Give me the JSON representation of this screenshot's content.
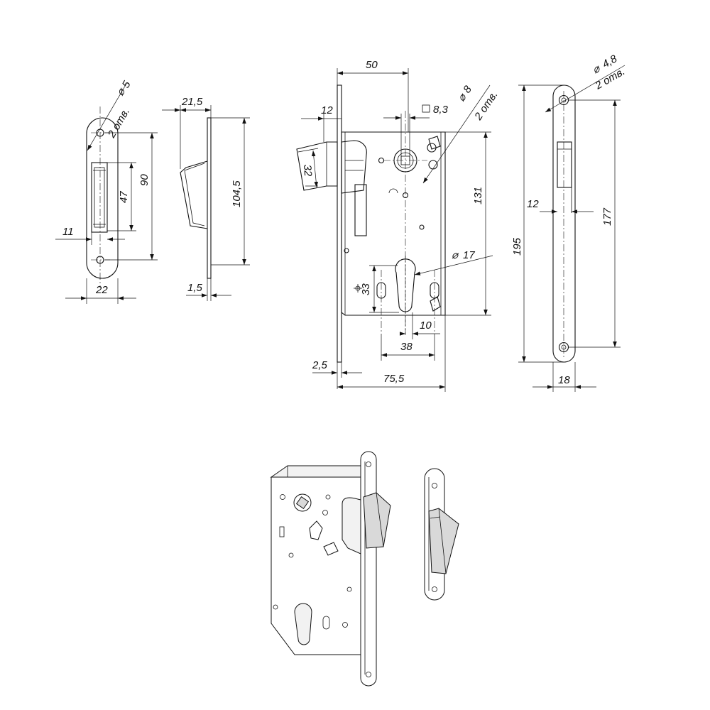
{
  "strike_plate_front": {
    "hole_label": "5",
    "holes_count_label": "2 отв.",
    "height_total": "90",
    "slot_height": "47",
    "offset_left": "11",
    "width": "22"
  },
  "strike_plate_side": {
    "depth": "21,5",
    "height": "104,5",
    "plate_thickness": "1,5"
  },
  "lock_body_side": {
    "backset": "50",
    "latch_offset": "12",
    "square_label": "8,3",
    "hole_label": "8",
    "holes_count_label": "2 отв.",
    "latch_height": "32",
    "body_height": "131",
    "cylinder_hole_label": "17",
    "cylinder_height": "33",
    "cylinder_offset": "10",
    "handle_to_cylinder": "38",
    "faceplate_thickness": "2,5",
    "total_depth": "75,5"
  },
  "faceplate_front": {
    "hole_label": "4,8",
    "holes_count_label": "2 отв.",
    "latch_offset": "12",
    "total_height": "195",
    "hole_spacing": "177",
    "width": "18"
  }
}
